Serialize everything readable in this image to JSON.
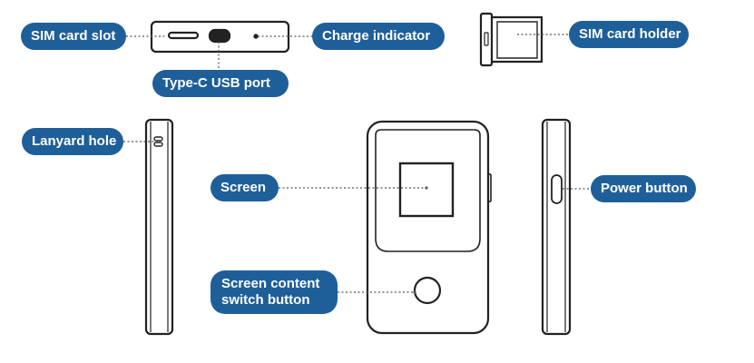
{
  "colors": {
    "label_bg": "#1f5f99",
    "label_text": "#ffffff",
    "outline": "#222222",
    "leader": "#555555"
  },
  "labels": {
    "sim_card_slot": "SIM card slot",
    "charge_indicator": "Charge indicator",
    "sim_card_holder": "SIM card holder",
    "type_c_usb_port": "Type-C USB port",
    "lanyard_hole": "Lanyard hole",
    "screen": "Screen",
    "power_button": "Power button",
    "screen_content_switch_button_line1": "Screen content",
    "screen_content_switch_button_line2": "switch button"
  }
}
